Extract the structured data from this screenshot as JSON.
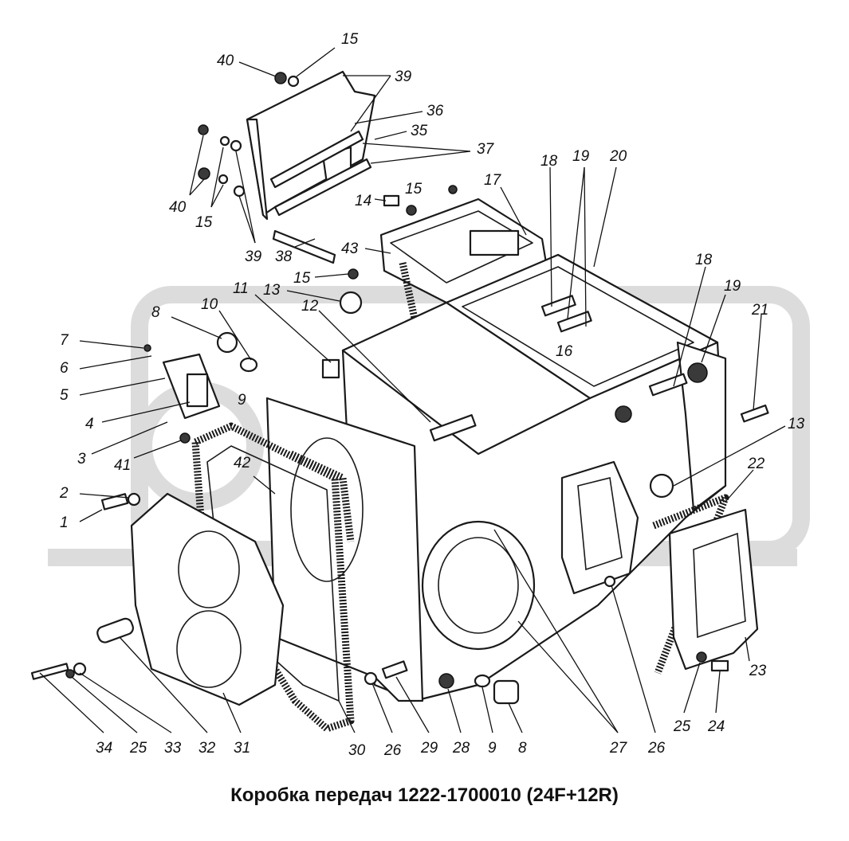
{
  "title": "Коробка передач 1222-1700010 (24F+12R)",
  "watermark": {
    "color": "#d9d9d9"
  },
  "callouts": [
    {
      "id": "c40a",
      "text": "40"
    },
    {
      "id": "c15a",
      "text": "15"
    },
    {
      "id": "c39a",
      "text": "39"
    },
    {
      "id": "c36",
      "text": "36"
    },
    {
      "id": "c35",
      "text": "35"
    },
    {
      "id": "c37",
      "text": "37"
    },
    {
      "id": "c40b",
      "text": "40"
    },
    {
      "id": "c15b",
      "text": "15"
    },
    {
      "id": "c39b",
      "text": "39"
    },
    {
      "id": "c38",
      "text": "38"
    },
    {
      "id": "c14",
      "text": "14"
    },
    {
      "id": "c15c",
      "text": "15"
    },
    {
      "id": "c17",
      "text": "17"
    },
    {
      "id": "c43",
      "text": "43"
    },
    {
      "id": "c15d",
      "text": "15"
    },
    {
      "id": "c18a",
      "text": "18"
    },
    {
      "id": "c19a",
      "text": "19"
    },
    {
      "id": "c20",
      "text": "20"
    },
    {
      "id": "c11",
      "text": "11"
    },
    {
      "id": "c13a",
      "text": "13"
    },
    {
      "id": "c10",
      "text": "10"
    },
    {
      "id": "c8a",
      "text": "8"
    },
    {
      "id": "c12",
      "text": "12"
    },
    {
      "id": "c16",
      "text": "16"
    },
    {
      "id": "c18b",
      "text": "18"
    },
    {
      "id": "c19b",
      "text": "19"
    },
    {
      "id": "c21",
      "text": "21"
    },
    {
      "id": "c7",
      "text": "7"
    },
    {
      "id": "c6",
      "text": "6"
    },
    {
      "id": "c5",
      "text": "5"
    },
    {
      "id": "c9a",
      "text": "9"
    },
    {
      "id": "c4",
      "text": "4"
    },
    {
      "id": "c3",
      "text": "3"
    },
    {
      "id": "c41",
      "text": "41"
    },
    {
      "id": "c42",
      "text": "42"
    },
    {
      "id": "c13b",
      "text": "13"
    },
    {
      "id": "c22",
      "text": "22"
    },
    {
      "id": "c2",
      "text": "2"
    },
    {
      "id": "c1",
      "text": "1"
    },
    {
      "id": "c23",
      "text": "23"
    },
    {
      "id": "c25a",
      "text": "25"
    },
    {
      "id": "c24",
      "text": "24"
    },
    {
      "id": "c34",
      "text": "34"
    },
    {
      "id": "c25b",
      "text": "25"
    },
    {
      "id": "c33",
      "text": "33"
    },
    {
      "id": "c32",
      "text": "32"
    },
    {
      "id": "c31",
      "text": "31"
    },
    {
      "id": "c30",
      "text": "30"
    },
    {
      "id": "c26a",
      "text": "26"
    },
    {
      "id": "c29",
      "text": "29"
    },
    {
      "id": "c28",
      "text": "28"
    },
    {
      "id": "c9b",
      "text": "9"
    },
    {
      "id": "c8b",
      "text": "8"
    },
    {
      "id": "c27",
      "text": "27"
    },
    {
      "id": "c26b",
      "text": "26"
    }
  ]
}
